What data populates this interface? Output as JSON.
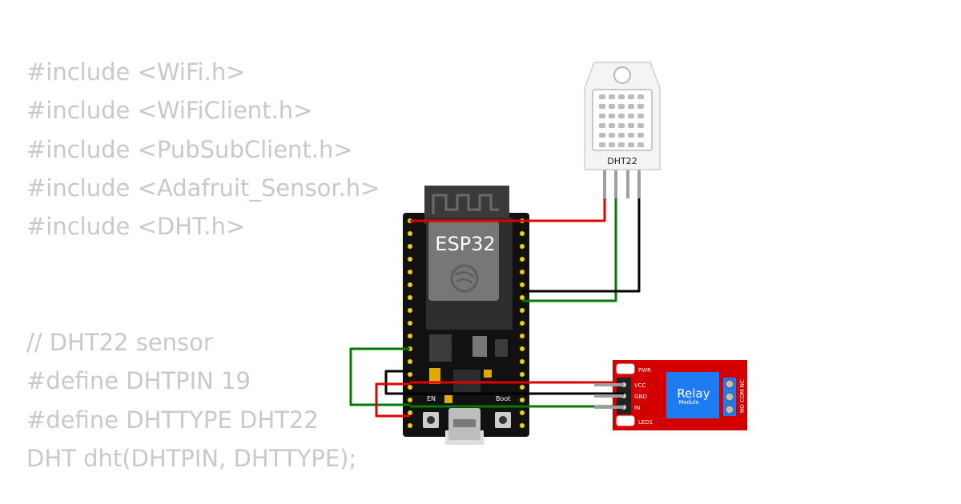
{
  "code": {
    "lines": [
      "#include <WiFi.h>",
      "#include <WiFiClient.h>",
      "#include <PubSubClient.h>",
      "#include <Adafruit_Sensor.h>",
      "#include <DHT.h>",
      "",
      "",
      "// DHT22 sensor",
      "#define DHTPIN 19",
      "#define DHTTYPE DHT22",
      "DHT dht(DHTPIN, DHTTYPE);"
    ]
  },
  "esp32": {
    "label": "ESP32",
    "en_label": "EN",
    "boot_label": "Boot"
  },
  "dht22": {
    "label": "DHT22"
  },
  "relay": {
    "title": "Relay",
    "subtitle": "Module",
    "pwr": "PWR",
    "led1": "LED1",
    "vcc": "VCC",
    "gnd": "GND",
    "in": "IN",
    "contacts": "NO COM NC"
  },
  "colors": {
    "wire_power": "#e00000",
    "wire_ground": "#000000",
    "wire_signal": "#007a00",
    "board": "#111111",
    "pin_yellow": "#f5d000",
    "relay_red": "#d40000",
    "relay_blue": "#1e7cf2"
  }
}
